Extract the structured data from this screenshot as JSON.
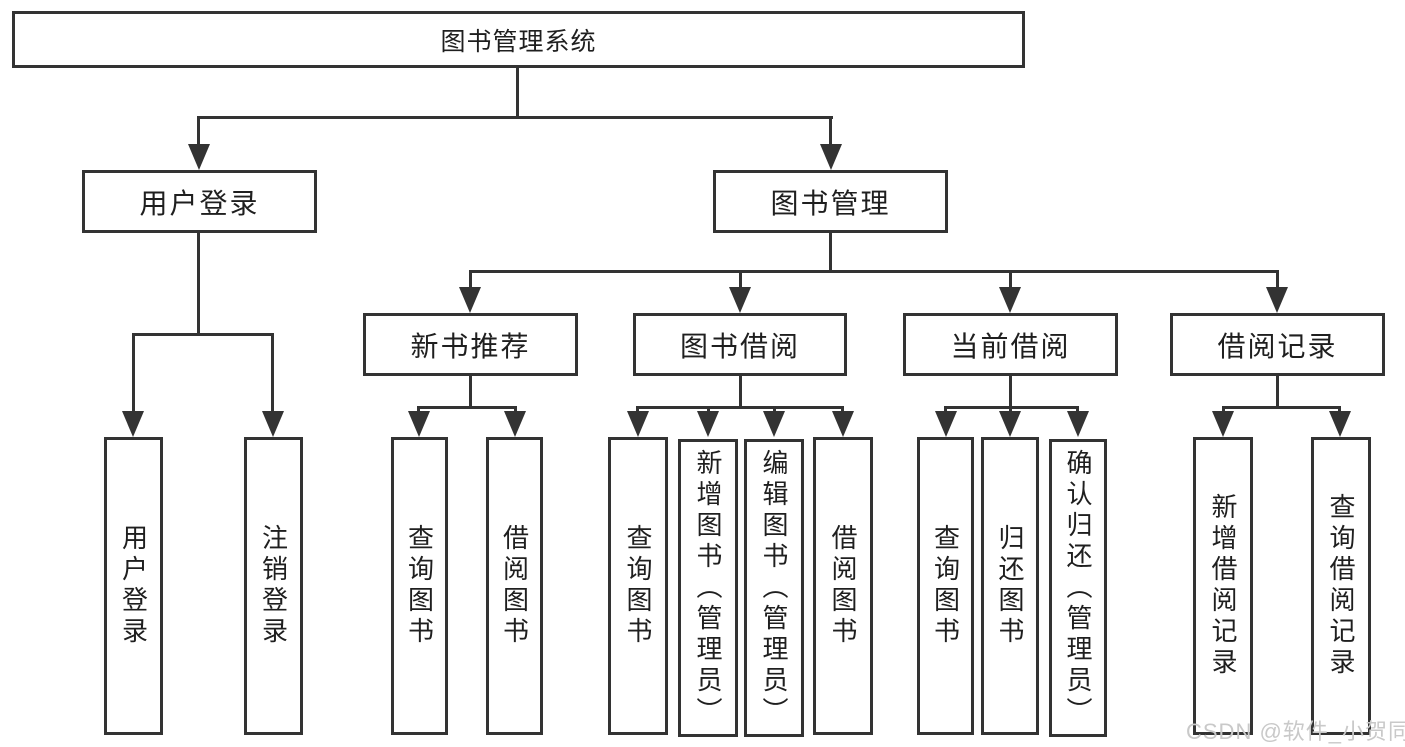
{
  "diagram": {
    "root": {
      "label": "图书管理系统"
    },
    "level2": [
      {
        "label": "用户登录"
      },
      {
        "label": "图书管理"
      }
    ],
    "level3": [
      {
        "label": "新书推荐"
      },
      {
        "label": "图书借阅"
      },
      {
        "label": "当前借阅"
      },
      {
        "label": "借阅记录"
      }
    ],
    "leaves": {
      "login": [
        "用户登录",
        "注销登录"
      ],
      "newbook": [
        "查询图书",
        "借阅图书"
      ],
      "borrow": [
        "查询图书",
        "新增图书（管理员）",
        "编辑图书（管理员）",
        "借阅图书"
      ],
      "current": [
        "查询图书",
        "归还图书",
        "确认归还（管理员）"
      ],
      "records": [
        "新增借阅记录",
        "查询借阅记录"
      ]
    }
  },
  "watermark": "CSDN @软件_小贺同学",
  "colors": {
    "line": "#333333",
    "text": "#1f1f1f",
    "watermark": "#c9c9c9"
  }
}
